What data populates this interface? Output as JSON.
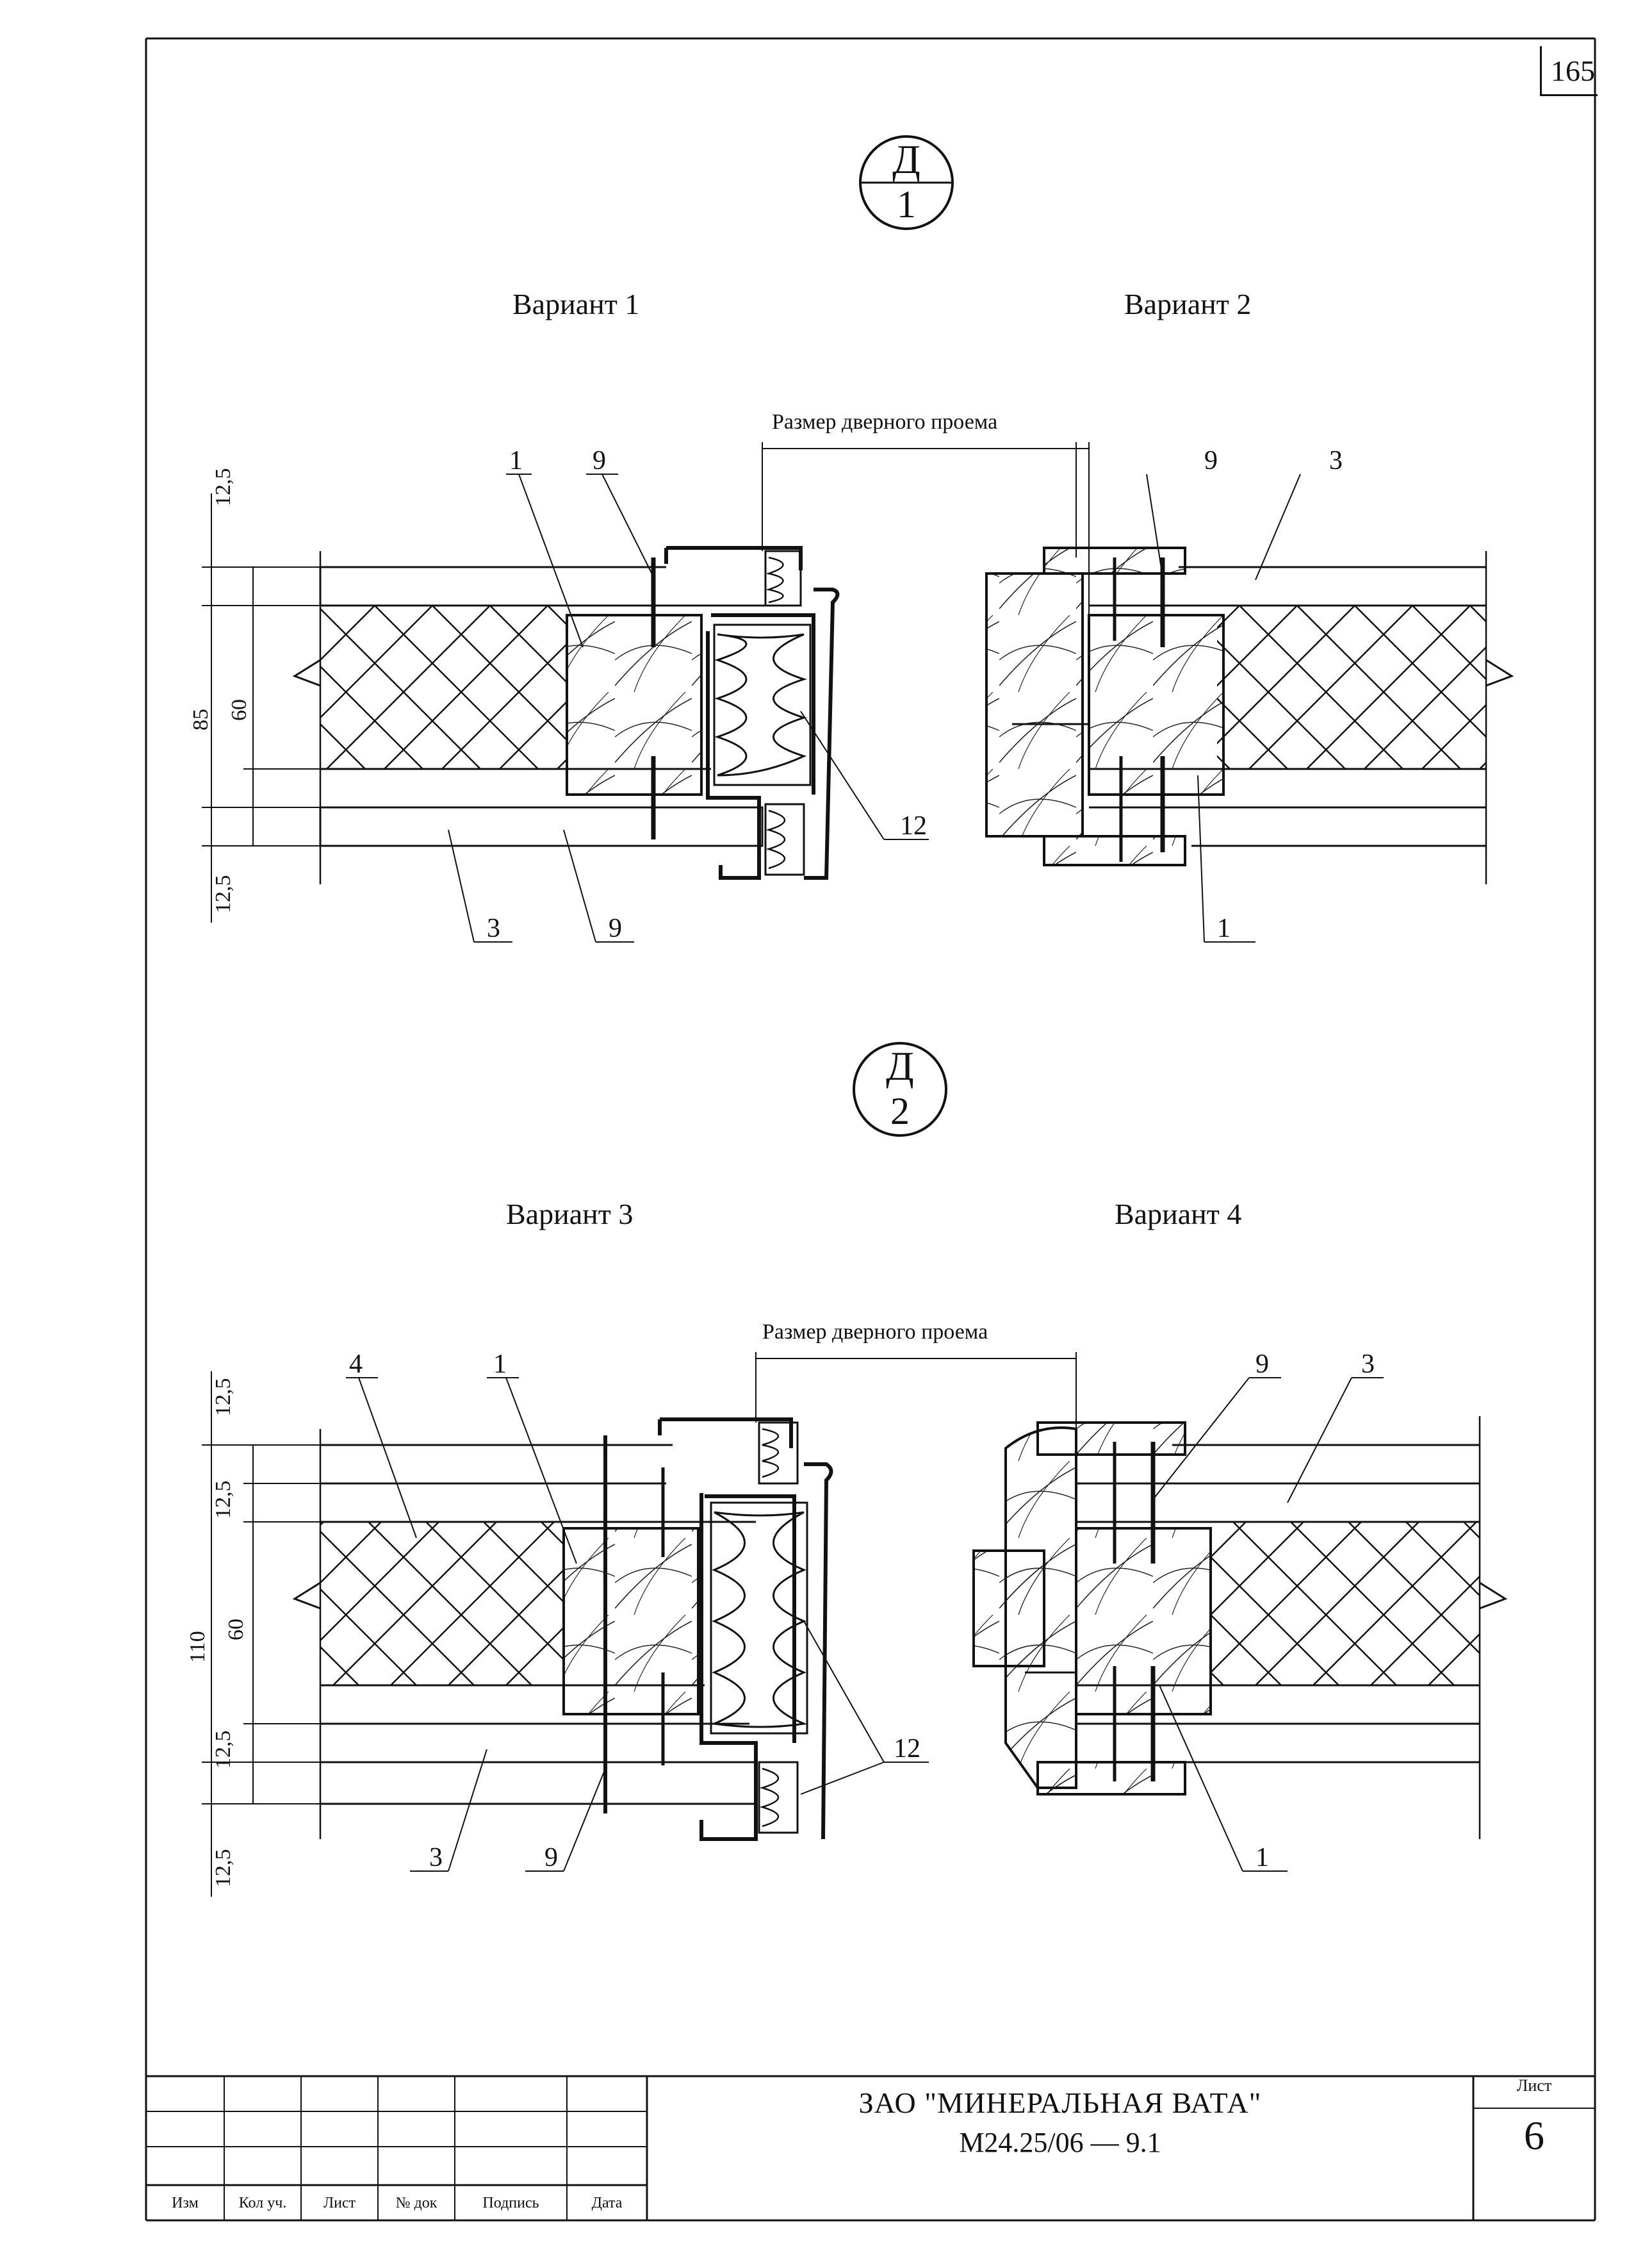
{
  "page_number": "165",
  "section_1": {
    "marker_letter": "Д",
    "marker_number": "1",
    "variant_left": "Вариант 1",
    "variant_right": "Вариант 2",
    "opening_label": "Размер дверного проема",
    "dims": [
      "12,5",
      "85",
      "60",
      "12,5"
    ],
    "callouts_left": [
      "1",
      "9",
      "12",
      "3",
      "9"
    ],
    "callouts_right": [
      "9",
      "3",
      "1"
    ]
  },
  "section_2": {
    "marker_letter": "Д",
    "marker_number": "2",
    "variant_left": "Вариант 3",
    "variant_right": "Вариант 4",
    "opening_label": "Размер дверного проема",
    "dims": [
      "12,5",
      "12,5",
      "110",
      "60",
      "12,5",
      "12,5"
    ],
    "callouts_left": [
      "4",
      "1",
      "12",
      "3",
      "9"
    ],
    "callouts_right": [
      "9",
      "3",
      "1"
    ]
  },
  "title_block": {
    "headers": [
      "Изм",
      "Кол уч.",
      "Лист",
      "№ док",
      "Подпись",
      "Дата"
    ],
    "organization": "ЗАО \"МИНЕРАЛЬНАЯ ВАТА\"",
    "document_code": "М24.25/06  —  9.1",
    "sheet_label": "Лист",
    "sheet_number": "6"
  }
}
